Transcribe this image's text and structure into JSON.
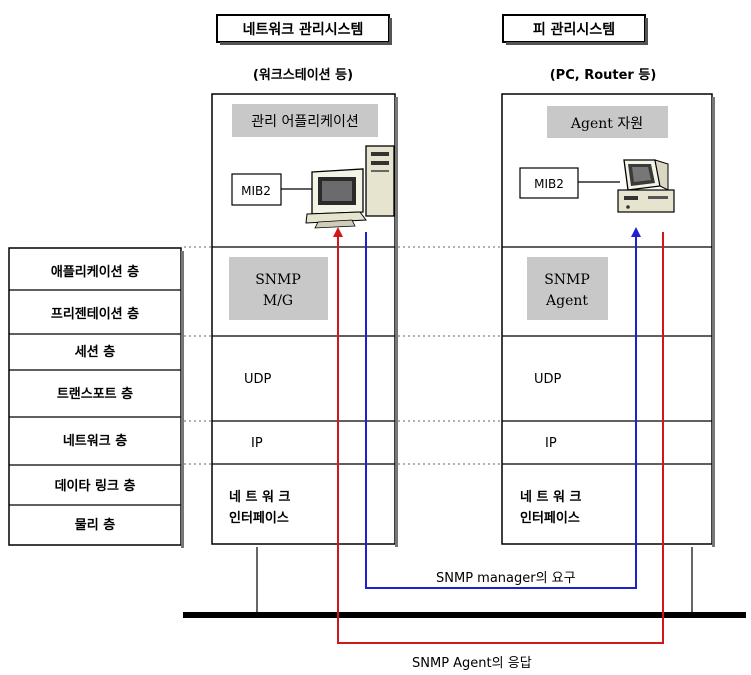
{
  "manager_system": {
    "title": "네트워크 관리시스템",
    "subtitle": "(워크스테이션 등)",
    "app_label": "관리 어플리케이션",
    "mib_label": "MIB2",
    "snmp_line1": "SNMP",
    "snmp_line2": "M/G",
    "udp": "UDP",
    "ip": "IP",
    "net_line1": "네 트 워 크",
    "net_line2": "인터페이스"
  },
  "agent_system": {
    "title": "피 관리시스템",
    "subtitle": "(PC, Router 등)",
    "app_label": "Agent 자원",
    "mib_label": "MIB2",
    "snmp_line1": "SNMP",
    "snmp_line2": "Agent",
    "udp": "UDP",
    "ip": "IP",
    "net_line1": "네 트 워 크",
    "net_line2": "인터페이스"
  },
  "osi_layers": [
    "애플리케이션 층",
    "프리젠테이션 층",
    "세션 층",
    "트랜스포트 층",
    "네트워크 층",
    "데이타 링크 층",
    "물리 층"
  ],
  "flows": {
    "request_label": "SNMP manager의 요구",
    "response_label": "SNMP Agent의 응답",
    "request_color": "#2020d0",
    "response_color": "#d01818"
  },
  "icons": [
    "workstation-icon",
    "pc-icon"
  ]
}
